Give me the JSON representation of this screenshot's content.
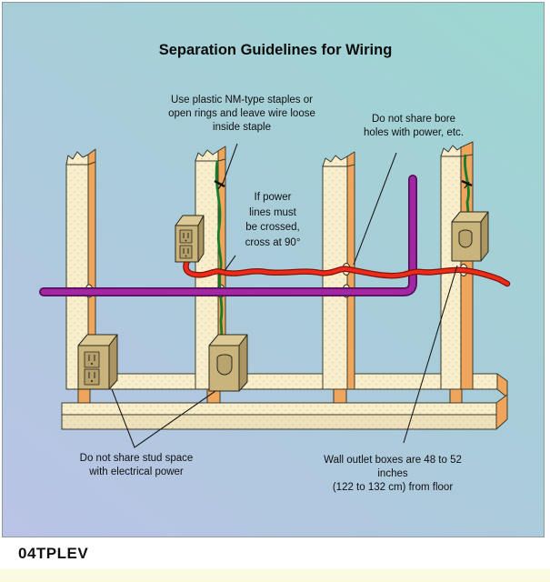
{
  "figure": {
    "title": "Separation Guidelines for Wiring",
    "code_label": "04TPLEV"
  },
  "annotations": {
    "staples": "Use plastic NM-type staples or\nopen rings and leave wire loose\ninside staple",
    "bore_holes": "Do not share bore\nholes with power, etc.",
    "crossing": "If power\nlines must\nbe crossed,\ncross at 90°",
    "stud_space": "Do not share stud space\nwith electrical power",
    "outlet_height": "Wall outlet boxes are 48 to 52 inches\n(122 to 132 cm) from floor"
  },
  "colors": {
    "power_cable_purple": "#a327a3",
    "power_cable_red": "#ee2b18",
    "low_voltage_cable_green": "#157d2a",
    "wood_face": "#f8eecb",
    "wood_side_orange": "#efa55c",
    "box_tan": "#c9b47c",
    "background_top": "#9cd7d1",
    "background_bottom": "#bac3e6"
  }
}
